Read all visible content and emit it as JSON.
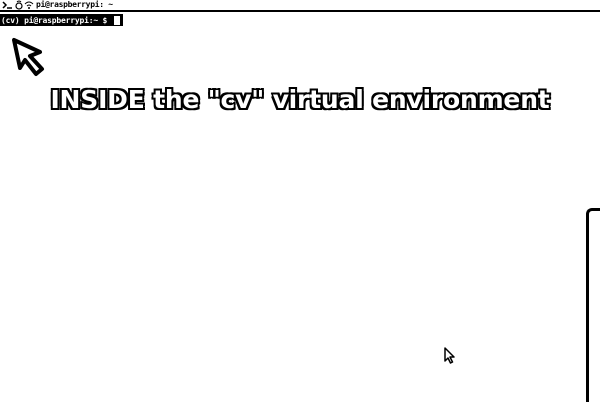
{
  "window": {
    "title": "pi@raspberrypi: ~",
    "icons": [
      "terminal-icon",
      "pi-logo-icon",
      "wifi-icon"
    ]
  },
  "terminal": {
    "prompt": "(cv) pi@raspberrypi:~ $ "
  },
  "overlay": {
    "caption": "INSIDE the \"cv\" virtual environment",
    "arrow": "pointer-arrow-icon"
  },
  "colors": {
    "background": "#ffffff",
    "foreground": "#000000",
    "caption_fill": "#ffffff",
    "caption_stroke": "#000000"
  }
}
